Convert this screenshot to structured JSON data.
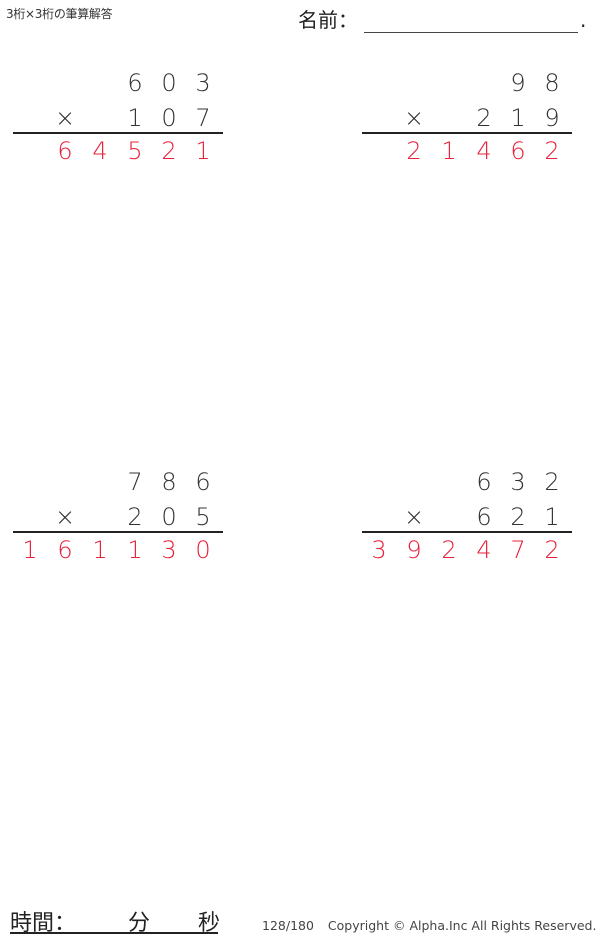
{
  "header": {
    "title": "3桁×3桁の筆算解答",
    "name_label": "名前：",
    "name_value": "",
    "name_terminator": "."
  },
  "operator_symbol": "×",
  "colors": {
    "answer": "#e8203a",
    "text": "#333333",
    "rule": "#222222"
  },
  "problems": [
    {
      "position": "top-left",
      "multiplicand": [
        "",
        "",
        "",
        "6",
        "0",
        "3"
      ],
      "multiplier": [
        "",
        "",
        "",
        "1",
        "0",
        "7"
      ],
      "answer": [
        "",
        "6",
        "4",
        "5",
        "2",
        "1"
      ]
    },
    {
      "position": "top-right",
      "multiplicand": [
        "",
        "",
        "",
        "",
        "9",
        "8"
      ],
      "multiplier": [
        "",
        "",
        "",
        "2",
        "1",
        "9"
      ],
      "answer": [
        "",
        "2",
        "1",
        "4",
        "6",
        "2"
      ]
    },
    {
      "position": "bottom-left",
      "multiplicand": [
        "",
        "",
        "",
        "7",
        "8",
        "6"
      ],
      "multiplier": [
        "",
        "",
        "",
        "2",
        "0",
        "5"
      ],
      "answer": [
        "1",
        "6",
        "1",
        "1",
        "3",
        "0"
      ]
    },
    {
      "position": "bottom-right",
      "multiplicand": [
        "",
        "",
        "",
        "6",
        "3",
        "2"
      ],
      "multiplier": [
        "",
        "",
        "",
        "6",
        "2",
        "1"
      ],
      "answer": [
        "3",
        "9",
        "2",
        "4",
        "7",
        "2"
      ]
    }
  ],
  "footer": {
    "time_label": "時間：",
    "minutes_label": "分",
    "seconds_label": "秒",
    "page": "128/180",
    "copyright": "Copyright © Alpha.Inc All Rights Reserved."
  }
}
